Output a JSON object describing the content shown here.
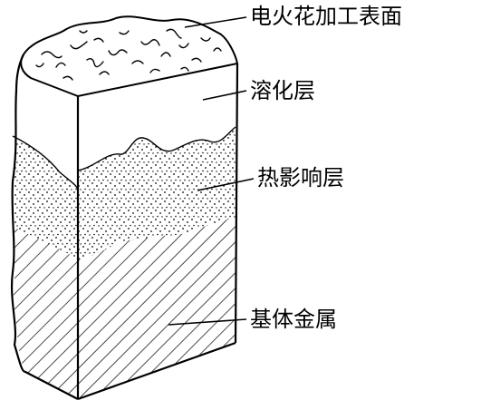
{
  "labels": {
    "surface": "电火花加工表面",
    "melted": "溶化层",
    "heat_affected": "热影响层",
    "base_metal": "基体金属"
  },
  "colors": {
    "ink": "#000000",
    "paper": "#ffffff"
  }
}
